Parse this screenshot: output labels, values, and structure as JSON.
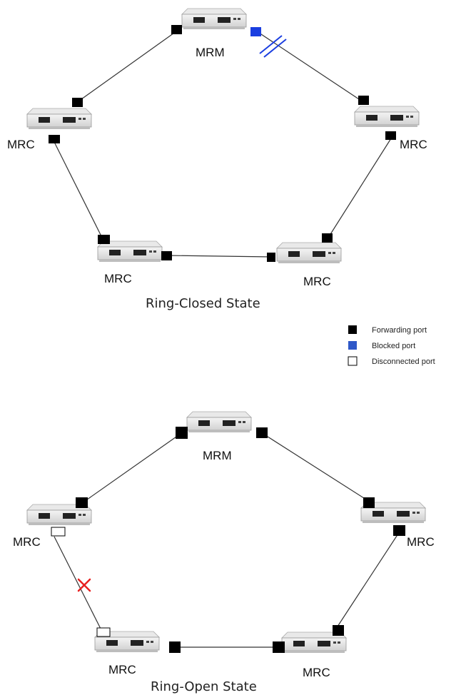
{
  "diagrams": {
    "closed": {
      "state_label": "Ring-Closed State",
      "nodes": {
        "top": "MRM",
        "left": "MRC",
        "right": "MRC",
        "bottom_left": "MRC",
        "bottom_right": "MRC"
      }
    },
    "open": {
      "state_label": "Ring-Open State",
      "nodes": {
        "top": "MRM",
        "left": "MRC",
        "right": "MRC",
        "bottom_left": "MRC",
        "bottom_right": "MRC"
      }
    }
  },
  "legend": {
    "forwarding": "Forwarding port",
    "blocked": "Blocked port",
    "disconnected": "Disconnected port"
  },
  "colors": {
    "forwarding": "#000000",
    "blocked": "#1a3ee0",
    "break_mark": "#e82020",
    "link": "#333333"
  }
}
